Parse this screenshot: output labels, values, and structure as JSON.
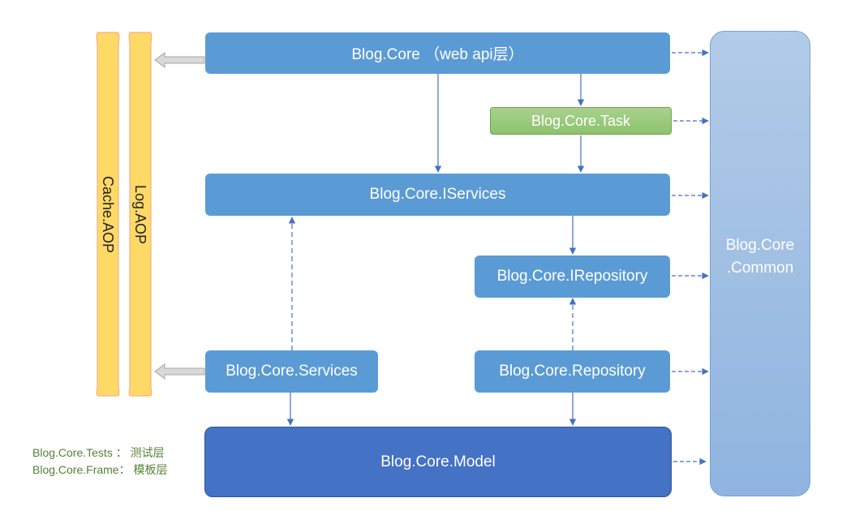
{
  "nodes": {
    "webapi": "Blog.Core （web api层）",
    "task": "Blog.Core.Task",
    "iservices": "Blog.Core.IServices",
    "irepository": "Blog.Core.IRepository",
    "services": "Blog.Core.Services",
    "repository": "Blog.Core.Repository",
    "model": "Blog.Core.Model",
    "common_line1": "Blog.Core",
    "common_line2": ".Common"
  },
  "aop": {
    "cache": "Cache.AOP",
    "log": "Log.AOP"
  },
  "legend": {
    "tests": "Blog.Core.Tests ：  测试层",
    "frame": "Blog.Core.Frame：  模板层"
  },
  "colors": {
    "primary": "#5b9bd5",
    "model": "#4472c4",
    "task": "#a9d18e",
    "aop": "#ffd966",
    "arrow": "#4472c4",
    "legend_text": "#548235"
  }
}
